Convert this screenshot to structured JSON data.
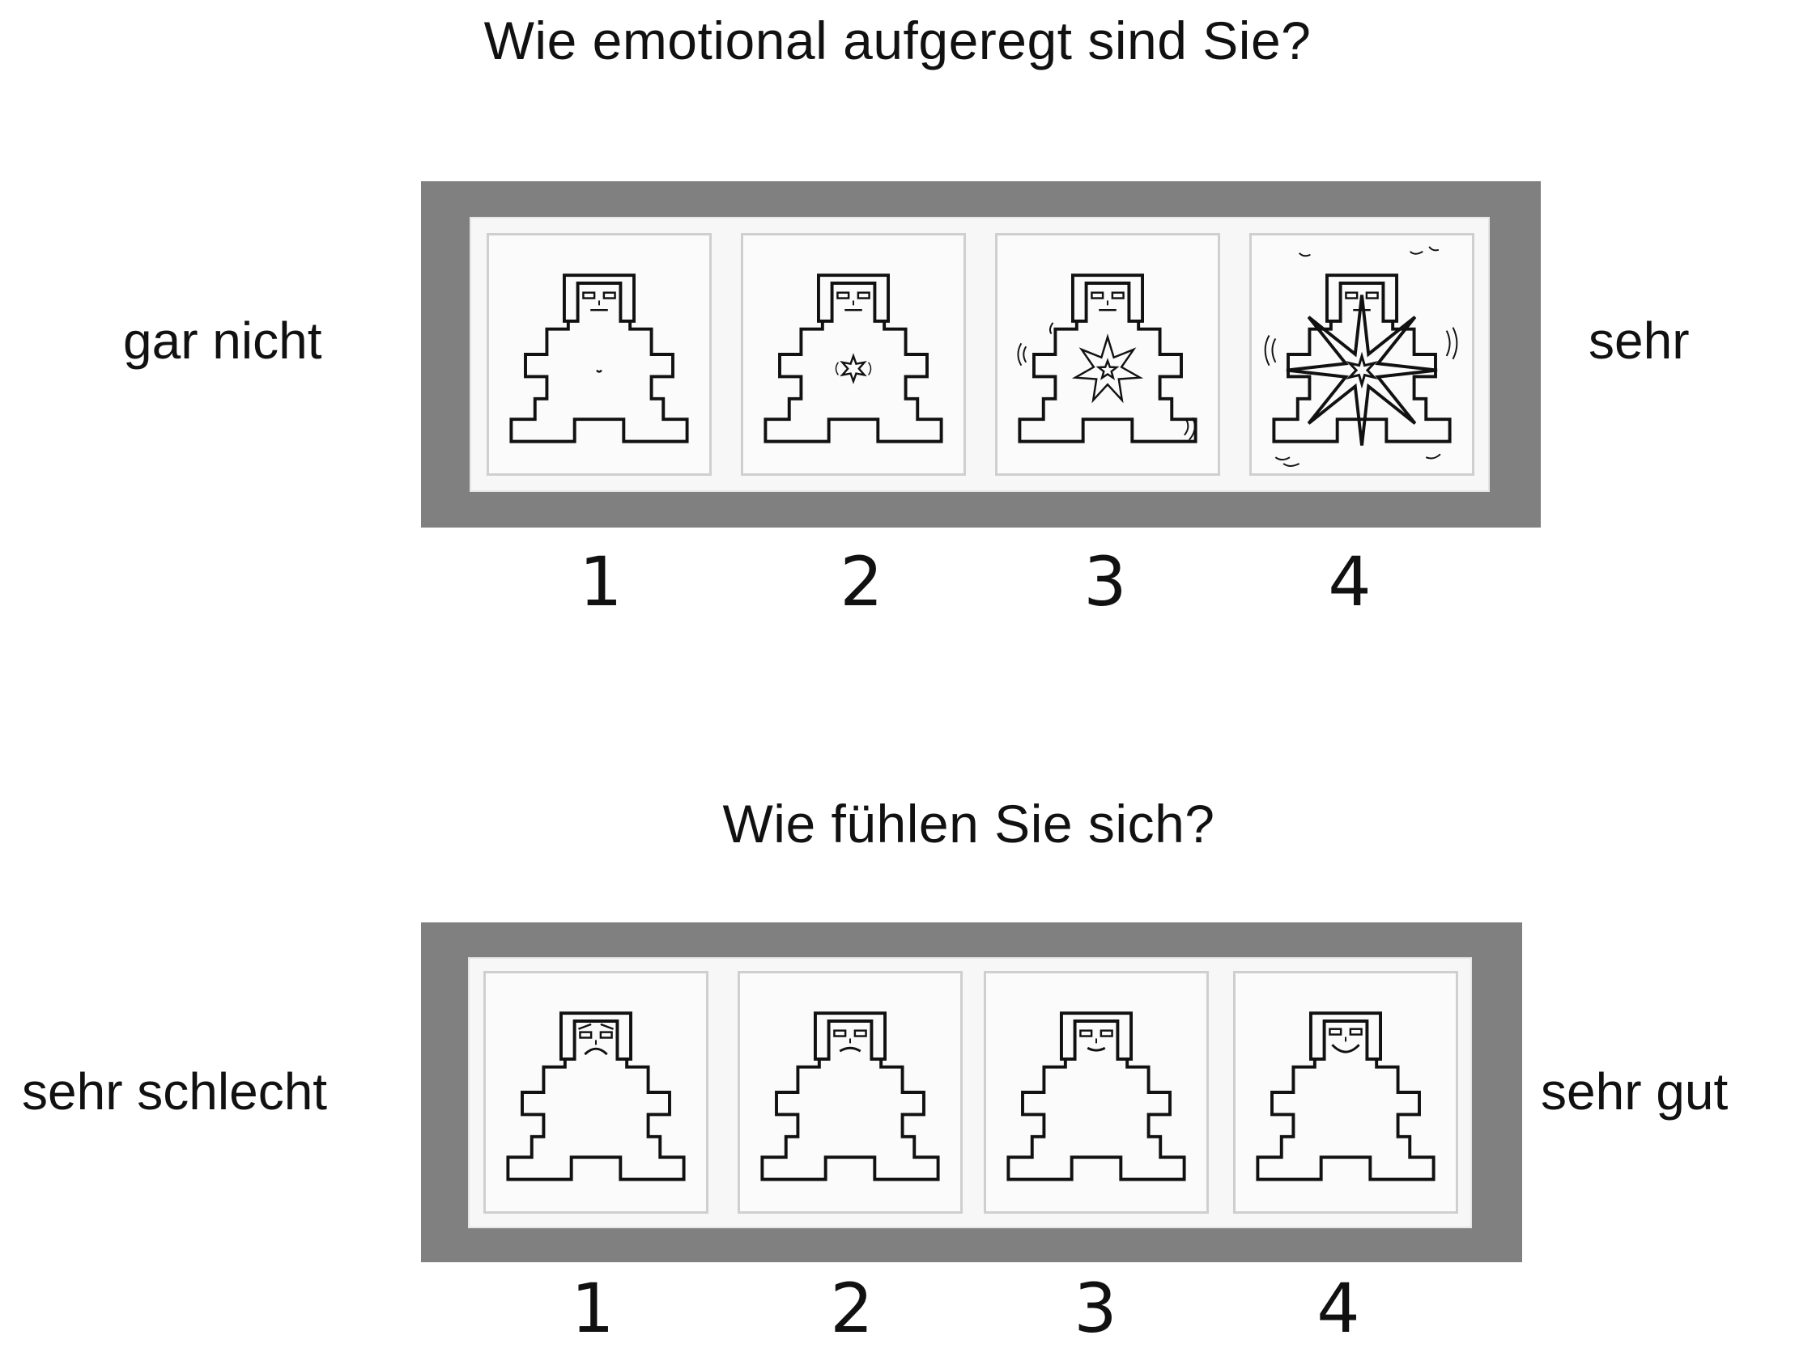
{
  "arousal": {
    "question": "Wie emotional aufgeregt sind Sie?",
    "label_low": "gar nicht",
    "label_high": "sehr",
    "options": [
      {
        "number": "1",
        "icon": "calm-figure-icon"
      },
      {
        "number": "2",
        "icon": "slightly-aroused-figure-icon"
      },
      {
        "number": "3",
        "icon": "aroused-figure-icon"
      },
      {
        "number": "4",
        "icon": "highly-aroused-figure-icon"
      }
    ]
  },
  "valence": {
    "question": "Wie fühlen Sie sich?",
    "label_low": "sehr schlecht",
    "label_high": "sehr gut",
    "options": [
      {
        "number": "1",
        "icon": "very-sad-figure-icon"
      },
      {
        "number": "2",
        "icon": "sad-figure-icon"
      },
      {
        "number": "3",
        "icon": "neutral-smile-figure-icon"
      },
      {
        "number": "4",
        "icon": "happy-figure-icon"
      }
    ]
  },
  "colors": {
    "frame": "#808080",
    "strip": "#f7f7f7",
    "line": "#111111"
  }
}
